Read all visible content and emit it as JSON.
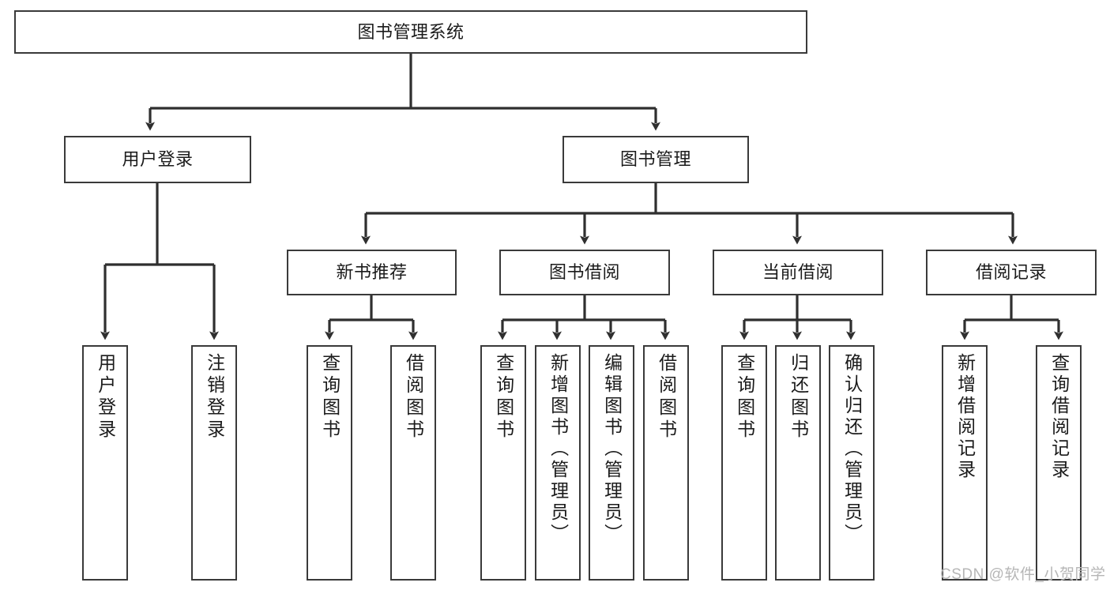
{
  "diagram": {
    "title": "图书管理系统",
    "type": "tree-structure-chart",
    "colors": {
      "box_border": "#3a3a3a",
      "box_fill": "#ffffff",
      "edge": "#2f2f2f",
      "text": "#1b1b1b",
      "watermark": "#b6b6b6",
      "background": "#ffffff"
    },
    "nodes": {
      "root": {
        "label": "图书管理系统"
      },
      "level2": [
        {
          "id": "user-login",
          "label": "用户登录"
        },
        {
          "id": "book-manage",
          "label": "图书管理"
        }
      ],
      "level3": [
        {
          "id": "new-book-recommend",
          "label": "新书推荐"
        },
        {
          "id": "book-borrow",
          "label": "图书借阅"
        },
        {
          "id": "current-borrow",
          "label": "当前借阅"
        },
        {
          "id": "borrow-record",
          "label": "借阅记录"
        }
      ],
      "leaves": {
        "user-login": [
          {
            "id": "leaf-user-login",
            "label": "用户登录"
          },
          {
            "id": "leaf-logout-login",
            "label": "注销登录"
          }
        ],
        "new-book-recommend": [
          {
            "id": "leaf-query-book-1",
            "label": "查询图书"
          },
          {
            "id": "leaf-borrow-book-1",
            "label": "借阅图书"
          }
        ],
        "book-borrow": [
          {
            "id": "leaf-query-book-2",
            "label": "查询图书"
          },
          {
            "id": "leaf-add-book-admin",
            "label": "新增图书（管理员）"
          },
          {
            "id": "leaf-edit-book-admin",
            "label": "编辑图书（管理员）"
          },
          {
            "id": "leaf-borrow-book-2",
            "label": "借阅图书"
          }
        ],
        "current-borrow": [
          {
            "id": "leaf-query-book-3",
            "label": "查询图书"
          },
          {
            "id": "leaf-return-book",
            "label": "归还图书"
          },
          {
            "id": "leaf-confirm-return-admin",
            "label": "确认归还（管理员）"
          }
        ],
        "borrow-record": [
          {
            "id": "leaf-add-borrow-record",
            "label": "新增借阅记录"
          },
          {
            "id": "leaf-query-borrow-record",
            "label": "查询借阅记录"
          }
        ]
      }
    },
    "watermark": "CSDN @软件_小贺同学"
  }
}
